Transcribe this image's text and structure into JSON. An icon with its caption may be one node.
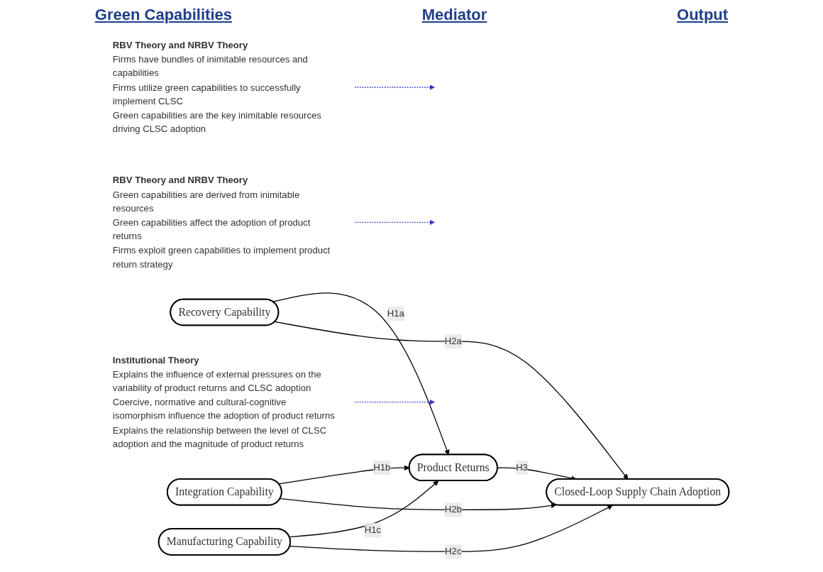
{
  "diagram": {
    "nodes": [
      {
        "text": [
          "Recovery Capability"
        ]
      },
      {
        "text": [
          "Integration Capability"
        ]
      },
      {
        "text": [
          "Manufacturing Capability"
        ]
      },
      {
        "text": [
          "Product Returns"
        ]
      },
      {
        "text": [
          "Closed-Loop Supply Chain Adoption"
        ]
      },
      {
        "text": [
          "RBV Theory and NRBV Theory",
          "Firms have bundles of inimitable resources and capabilities",
          "Firms utilize green capabilities to successfully implement CLSC",
          "Green capabilities are the key inimitable resources driving CLSC adoption"
        ]
      },
      {
        "text": [
          "RBV Theory and NRBV Theory",
          "Green capabilities are derived from inimitable resources",
          "Green capabilities affect the adoption of product returns",
          "Firms exploit green capabilities to implement product return strategy"
        ]
      },
      {
        "text": [
          "Institutional Theory",
          "Explains the influence of external pressures on the variability of product returns and CLSC adoption",
          "Coercive, normative and cultural-cognitive isomorphism influence the adoption of product returns",
          "Explains the relationship between the level of CLSC adoption and the magnitude of product returns"
        ]
      }
    ],
    "edges": [
      {
        "from": 0,
        "to": 3,
        "arrow": "to",
        "label": "H1a"
      },
      {
        "from": 0,
        "to": 4,
        "arrow": "to",
        "label": "H2a"
      },
      {
        "from": 1,
        "to": 3,
        "arrow": "to",
        "label": "H1b"
      },
      {
        "from": 1,
        "to": 4,
        "arrow": "to",
        "label": "H2b"
      },
      {
        "from": 2,
        "to": 3,
        "arrow": "to",
        "label": "H1c"
      },
      {
        "from": 2,
        "to": 4,
        "arrow": "to",
        "label": "H2c"
      },
      {
        "from": 3,
        "to": 4,
        "arrow": "to",
        "label": "H3"
      },
      {
        "from": 5,
        "to": null,
        "arrow": "to",
        "style": "dashed",
        "color": "#3333cc"
      },
      {
        "from": 6,
        "to": null,
        "arrow": "to",
        "style": "dashed",
        "color": "#3333cc"
      },
      {
        "from": 7,
        "to": null,
        "arrow": "to",
        "style": "dashed",
        "color": "#3333cc"
      }
    ],
    "labels": [
      "Green Capabilities",
      "Mediator",
      "Output"
    ]
  }
}
